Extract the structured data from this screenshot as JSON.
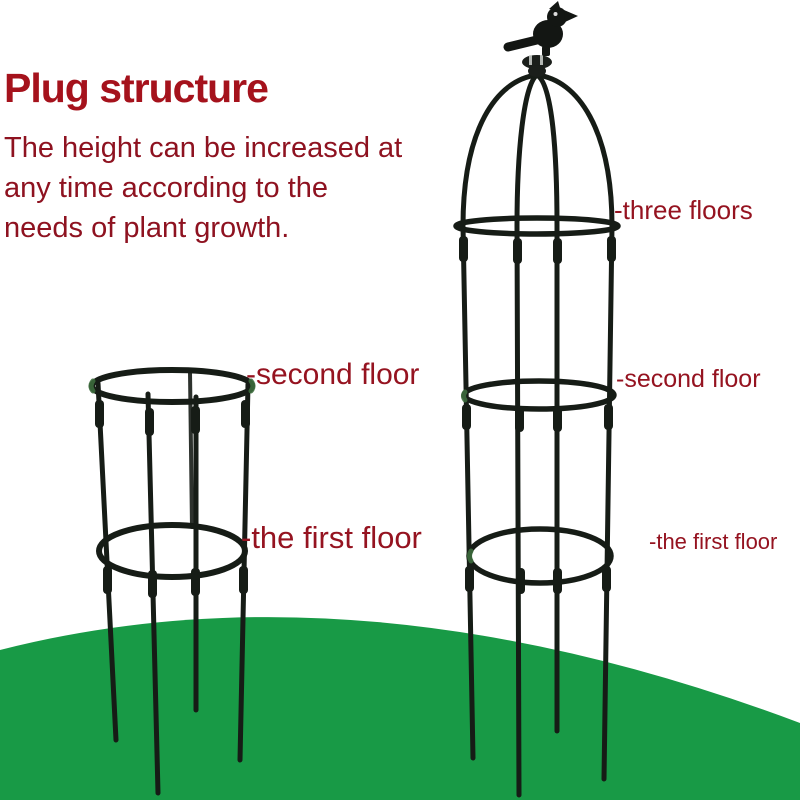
{
  "intro": {
    "title": "Plug structure",
    "description_lines": [
      "The height can be increased at",
      "any time according to the",
      "needs of plant growth."
    ]
  },
  "labels": {
    "tall_three_floors": "-three floors",
    "tall_second_floor": "-second floor",
    "tall_first_floor": "-the first floor",
    "short_second_floor": "-second floor",
    "short_first_floor": "-the first floor"
  },
  "icons": {
    "bird_finial": "bird-finial-icon"
  },
  "colors": {
    "heading_red": "#a5121c",
    "body_red": "#8e1220",
    "label_red": "#951320",
    "grass_green": "#189a46",
    "frame_dark": "#161c16",
    "background": "#ffffff"
  }
}
